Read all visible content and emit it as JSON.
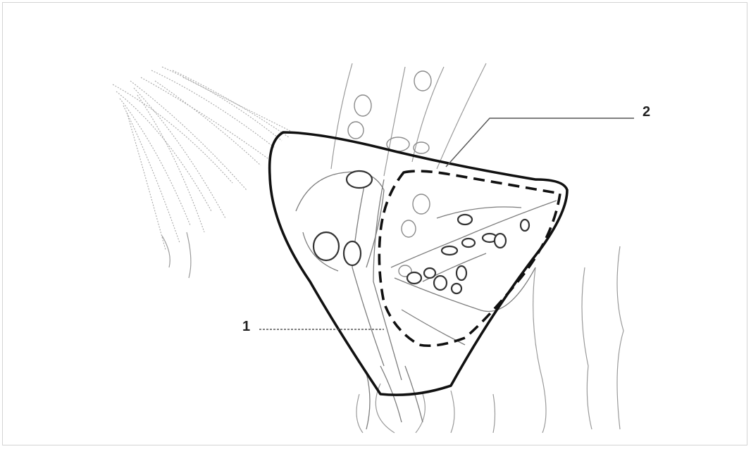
{
  "diagram": {
    "labels": [
      {
        "id": "1",
        "text": "1",
        "line_style": "dashed",
        "color": "#222222"
      },
      {
        "id": "2",
        "text": "2",
        "line_style": "solid",
        "color": "#222222"
      }
    ],
    "sketch_color": "#9a9a9a",
    "outline_color": "#111111",
    "border_color": "#d4d4d4"
  }
}
